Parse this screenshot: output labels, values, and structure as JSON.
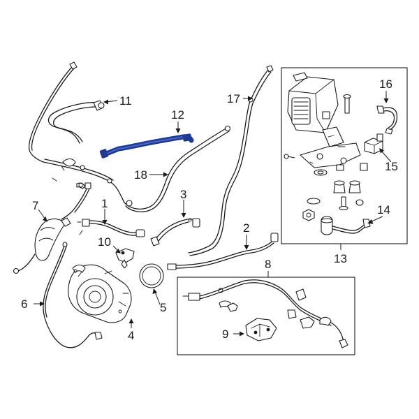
{
  "diagram": {
    "callouts": [
      {
        "id": "1",
        "text": "1"
      },
      {
        "id": "2",
        "text": "2"
      },
      {
        "id": "3",
        "text": "3"
      },
      {
        "id": "4",
        "text": "4"
      },
      {
        "id": "5",
        "text": "5"
      },
      {
        "id": "6",
        "text": "6"
      },
      {
        "id": "7",
        "text": "7"
      },
      {
        "id": "8",
        "text": "8"
      },
      {
        "id": "9",
        "text": "9"
      },
      {
        "id": "10",
        "text": "10"
      },
      {
        "id": "11",
        "text": "11"
      },
      {
        "id": "12",
        "text": "12"
      },
      {
        "id": "13",
        "text": "13"
      },
      {
        "id": "14",
        "text": "14"
      },
      {
        "id": "15",
        "text": "15"
      },
      {
        "id": "16",
        "text": "16"
      },
      {
        "id": "17",
        "text": "17"
      },
      {
        "id": "18",
        "text": "18"
      }
    ],
    "highlighted_part": "12",
    "highlight_color": "#1f3a93"
  }
}
